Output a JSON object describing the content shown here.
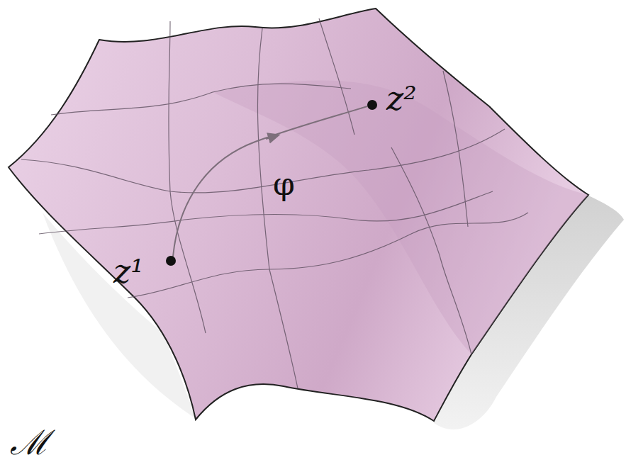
{
  "diagram": {
    "labels": [
      "z¹",
      "z²",
      "φ",
      "ℳ"
    ]
  }
}
